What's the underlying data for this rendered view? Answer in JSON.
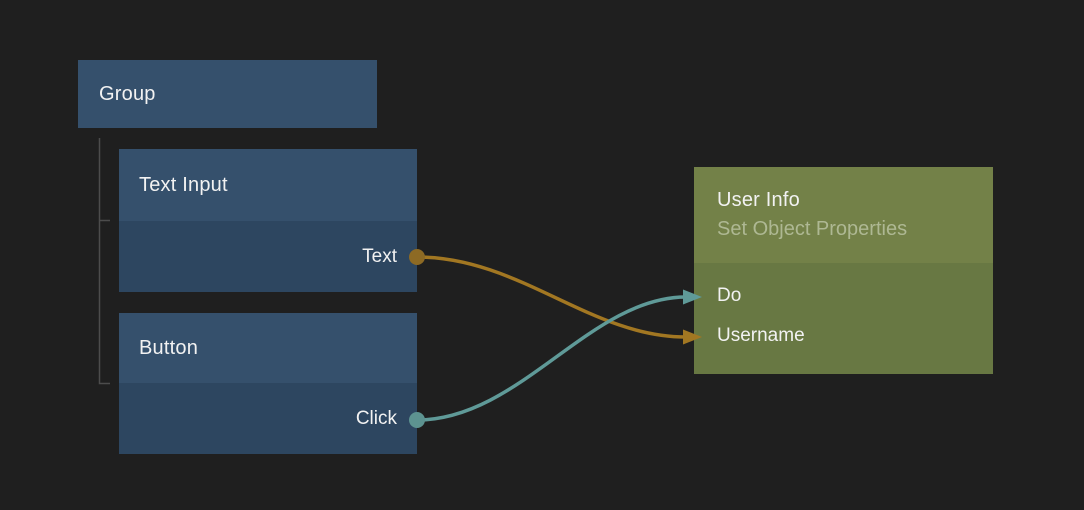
{
  "editor": {
    "background": "#1f1f1f"
  },
  "nodes": {
    "group": {
      "title": "Group"
    },
    "text_input": {
      "title": "Text Input",
      "outputs": [
        {
          "label": "Text"
        }
      ]
    },
    "button": {
      "title": "Button",
      "outputs": [
        {
          "label": "Click"
        }
      ]
    },
    "user_info": {
      "title": "User Info",
      "subtitle": "Set Object Properties",
      "inputs": [
        {
          "label": "Do"
        },
        {
          "label": "Username"
        }
      ]
    }
  },
  "hierarchy": {
    "parent": "Group",
    "children": [
      "Text Input",
      "Button"
    ]
  },
  "connections": [
    {
      "from_node": "Text Input",
      "from_port": "Text",
      "to_node": "User Info",
      "to_port": "Username",
      "color": "#a27722"
    },
    {
      "from_node": "Button",
      "from_port": "Click",
      "to_node": "User Info",
      "to_port": "Do",
      "color": "#5f9a98"
    }
  ],
  "colors": {
    "background": "#1f1f1f",
    "node_blue_header": "#35506c",
    "node_blue_body": "#2d4660",
    "node_olive_header": "#738148",
    "node_olive_body": "#687843",
    "wire_orange": "#a27722",
    "wire_teal": "#5f9a98",
    "port_orange": "#8d6a24",
    "port_teal": "#5d9390",
    "hierarchy_line": "#4c4c4c",
    "title_text": "#f2f2f2",
    "subtitle_text": "#aeb893"
  }
}
